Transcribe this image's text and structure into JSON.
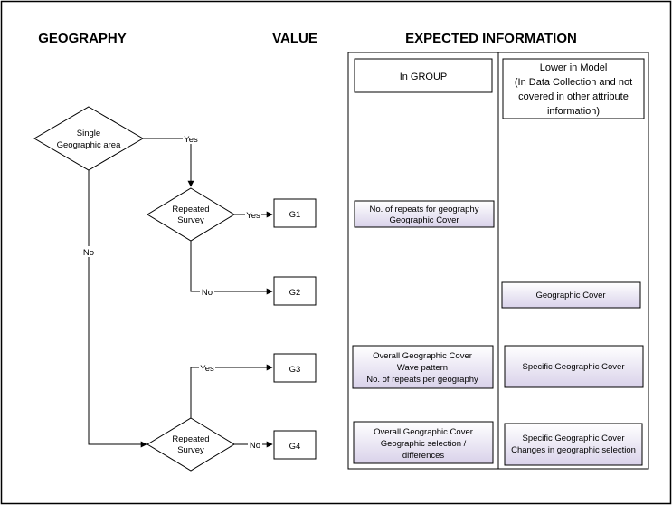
{
  "headers": {
    "geography": "GEOGRAPHY",
    "value": "VALUE",
    "expected": "EXPECTED INFORMATION"
  },
  "columns": {
    "group": "In GROUP",
    "lower_line1": "Lower in Model",
    "lower_line2": "(In Data Collection and not",
    "lower_line3": "covered in other attribute",
    "lower_line4": "information)"
  },
  "decisions": {
    "single_line1": "Single",
    "single_line2": "Geographic area",
    "repeated1_line1": "Repeated",
    "repeated1_line2": "Survey",
    "repeated2_line1": "Repeated",
    "repeated2_line2": "Survey"
  },
  "edges": {
    "single_yes": "Yes",
    "single_no": "No",
    "rep1_yes": "Yes",
    "rep1_no": "No",
    "rep2_yes": "Yes",
    "rep2_no": "No"
  },
  "values": {
    "g1": "G1",
    "g2": "G2",
    "g3": "G3",
    "g4": "G4"
  },
  "group_info": {
    "g1_line1": "No. of repeats for geography",
    "g1_line2": "Geographic Cover",
    "g3_line1": "Overall Geographic Cover",
    "g3_line2": "Wave pattern",
    "g3_line3": "No. of repeats per geography",
    "g4_line1": "Overall Geographic Cover",
    "g4_line2": "Geographic  selection /",
    "g4_line3": "differences"
  },
  "lower_info": {
    "g2_line1": "Geographic Cover",
    "g3_line1": "Specific Geographic Cover",
    "g4_line1": "Specific Geographic Cover",
    "g4_line2": "Changes in geographic selection"
  },
  "colors": {
    "info_fill_top": "#ffffff",
    "info_fill_bottom": "#d9d2ea",
    "border": "#000000"
  }
}
